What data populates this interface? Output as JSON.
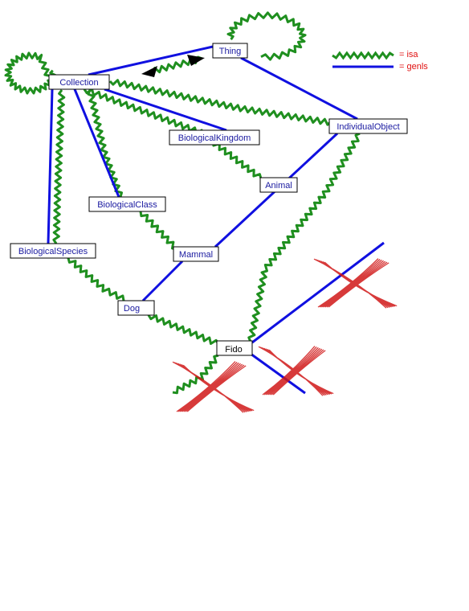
{
  "colors": {
    "isa": "#1f8f1f",
    "genls": "#1010e0",
    "cross": "#d01818",
    "legend_text": "#e01010",
    "arrow": "#000000"
  },
  "legend": {
    "isa_label": "= isa",
    "genls_label": "= genls"
  },
  "nodes": {
    "thing": "Thing",
    "collection": "Collection",
    "individual_object": "IndividualObject",
    "biological_kingdom": "BiologicalKingdom",
    "animal": "Animal",
    "biological_class": "BiologicalClass",
    "biological_species": "BiologicalSpecies",
    "mammal": "Mammal",
    "dog": "Dog",
    "fido": "Fido"
  }
}
